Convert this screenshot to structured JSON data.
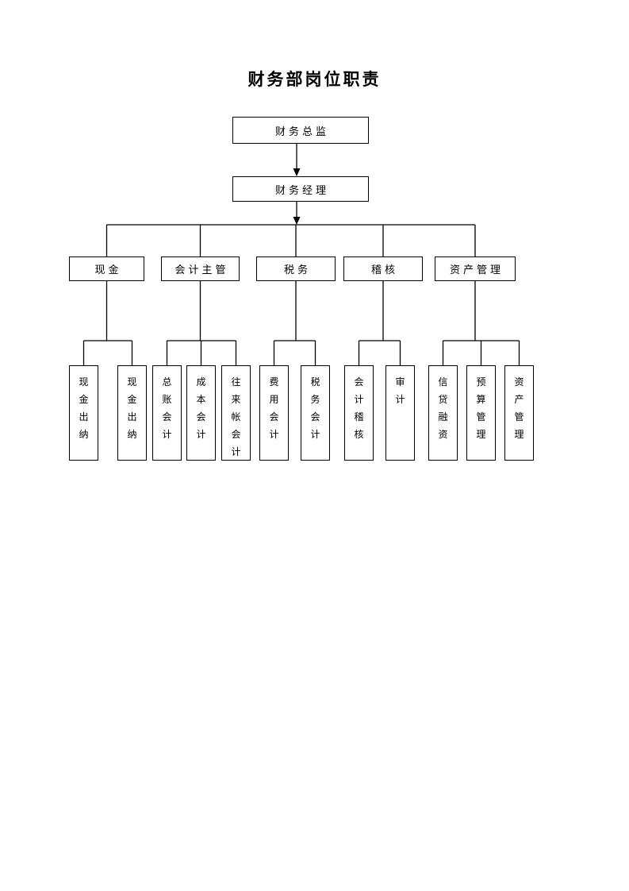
{
  "page": {
    "title": "财务部岗位职责"
  },
  "org": {
    "director": "财务总监",
    "manager": "财务经理",
    "departments": [
      {
        "label": "现金",
        "children": [
          "现金出纳",
          "现金出纳"
        ]
      },
      {
        "label": "会计主管",
        "children": [
          "总账会计",
          "成本会计",
          "往来帐会计"
        ]
      },
      {
        "label": "税务",
        "children": [
          "费用会计",
          "税务会计"
        ]
      },
      {
        "label": "稽核",
        "children": [
          "会计稽核",
          "审计"
        ]
      },
      {
        "label": "资产管理",
        "children": [
          "信贷融资",
          "预算管理",
          "资产管理"
        ]
      }
    ]
  },
  "colors": {
    "background": "#ffffff",
    "line": "#000000",
    "text": "#000000"
  }
}
